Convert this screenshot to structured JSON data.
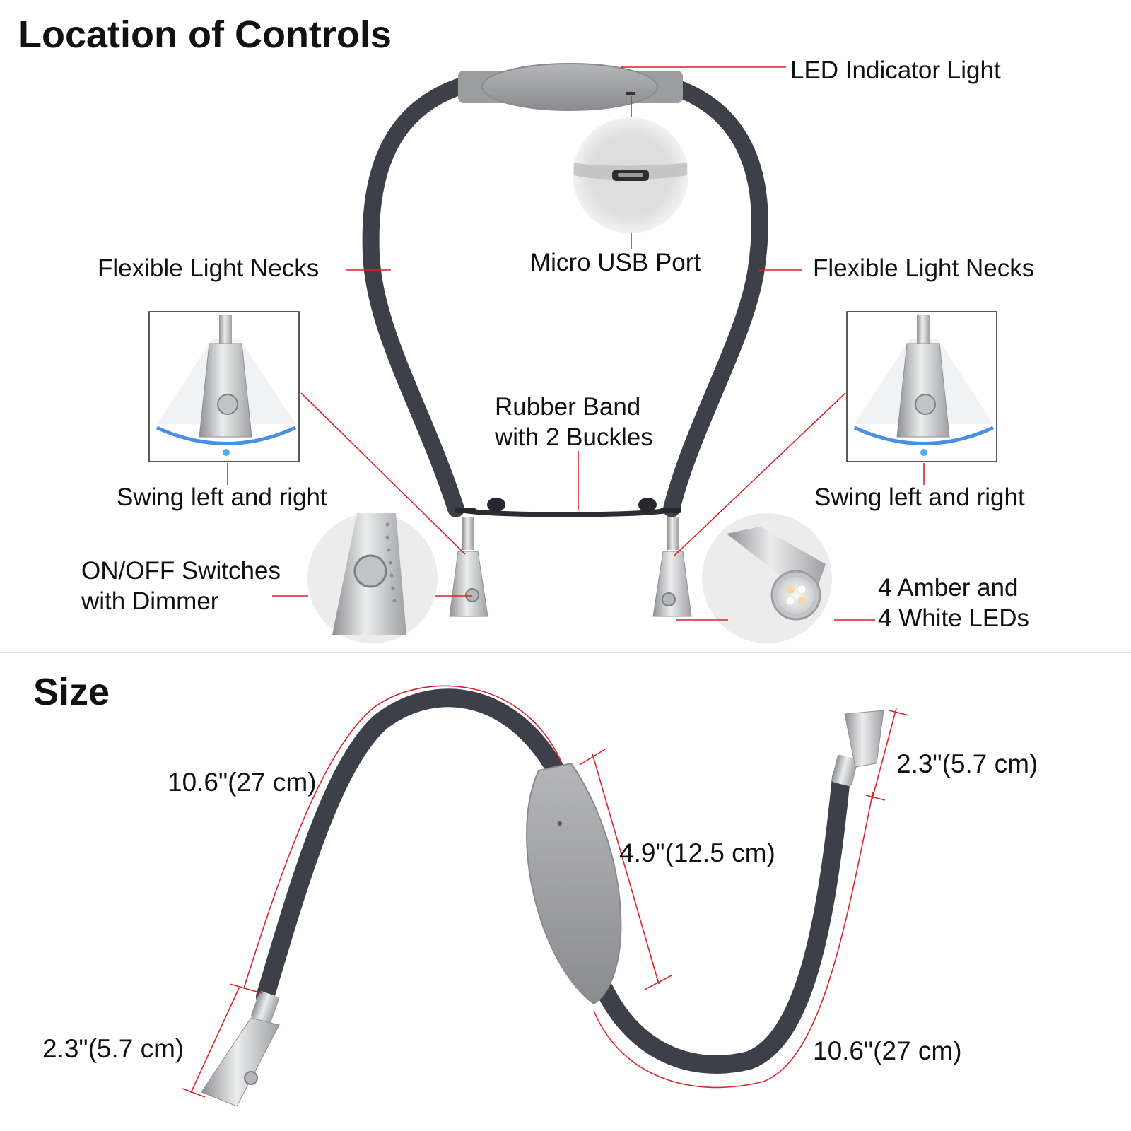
{
  "sections": {
    "controls_title": "Location of Controls",
    "size_title": "Size"
  },
  "labels": {
    "led_indicator": "LED Indicator Light",
    "micro_usb": "Micro USB Port",
    "flex_left": "Flexible Light Necks",
    "flex_right": "Flexible Light Necks",
    "rubber_band": [
      "Rubber Band",
      "with 2 Buckles"
    ],
    "swing_left": "Swing left and right",
    "swing_right": "Swing left and right",
    "on_off": [
      "ON/OFF Switches",
      "with Dimmer"
    ],
    "leds": [
      "4 Amber and",
      "4 White LEDs"
    ]
  },
  "dimensions": {
    "neck_left": "10.6\"(27 cm)",
    "body": "4.9\"(12.5 cm)",
    "head_right": "2.3\"(5.7 cm)",
    "head_left": "2.3\"(5.7 cm)",
    "neck_right": "10.6\"(27 cm)"
  },
  "colors": {
    "leader_line": "#d9242b",
    "hose": "#3d4049",
    "housing": "#9a9b9e",
    "metal": "#c9cacd",
    "swing_arrow": "#4a90e2"
  }
}
